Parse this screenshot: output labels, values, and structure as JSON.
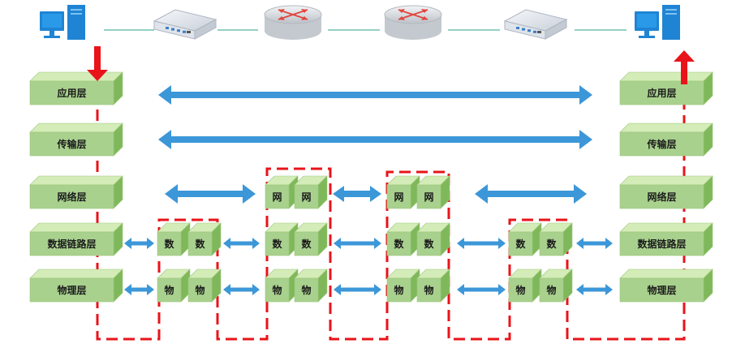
{
  "devices": [
    {
      "type": "computer",
      "icon": "computer-icon"
    },
    {
      "type": "switch",
      "icon": "switch-icon"
    },
    {
      "type": "router",
      "icon": "router-icon"
    },
    {
      "type": "router",
      "icon": "router-icon"
    },
    {
      "type": "switch",
      "icon": "switch-icon"
    },
    {
      "type": "computer",
      "icon": "computer-icon"
    }
  ],
  "host_layers": [
    "应用层",
    "传输层",
    "网络层",
    "数据链路层",
    "物理层"
  ],
  "device_layer_chars": {
    "network": "网",
    "datalink": "数",
    "physical": "物"
  },
  "colors": {
    "block_front": "#a9d18e",
    "block_top": "#d4ecb8",
    "block_side": "#7fb85a",
    "arrow": "#3c97d8",
    "dash_red": "#e8141a",
    "link_line": "#2aa08a",
    "computer_blue": "#1f84d4",
    "text": "#1a1a1a"
  }
}
